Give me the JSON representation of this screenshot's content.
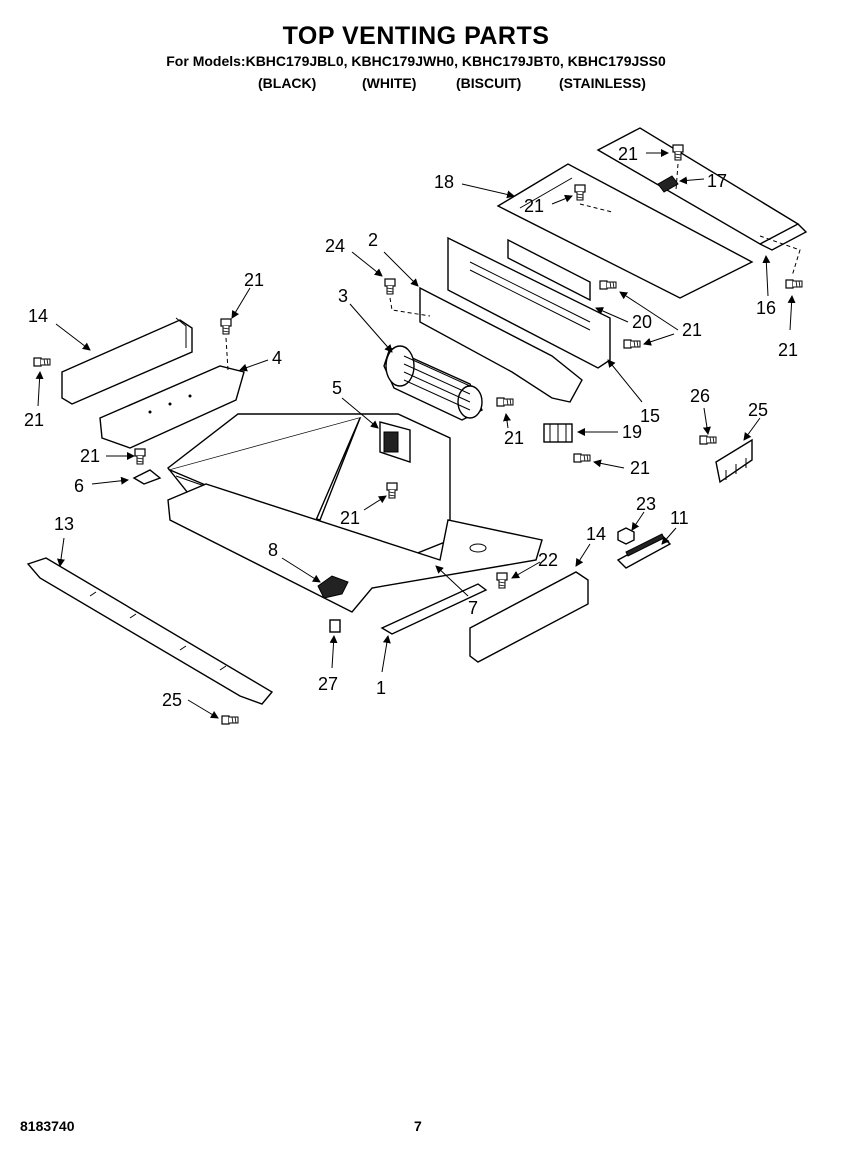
{
  "header": {
    "title": "TOP VENTING PARTS",
    "models": "For Models:KBHC179JBL0, KBHC179JWH0, KBHC179JBT0, KBHC179JSS0",
    "finishes": [
      "(BLACK)",
      "(WHITE)",
      "(BISCUIT)",
      "(STAINLESS)"
    ]
  },
  "callouts": [
    "1",
    "2",
    "3",
    "4",
    "5",
    "6",
    "7",
    "8",
    "11",
    "13",
    "14",
    "15",
    "16",
    "17",
    "18",
    "19",
    "20",
    "21",
    "22",
    "23",
    "24",
    "25",
    "26",
    "27"
  ],
  "footer": {
    "part_number": "8183740",
    "page_number": "7"
  }
}
